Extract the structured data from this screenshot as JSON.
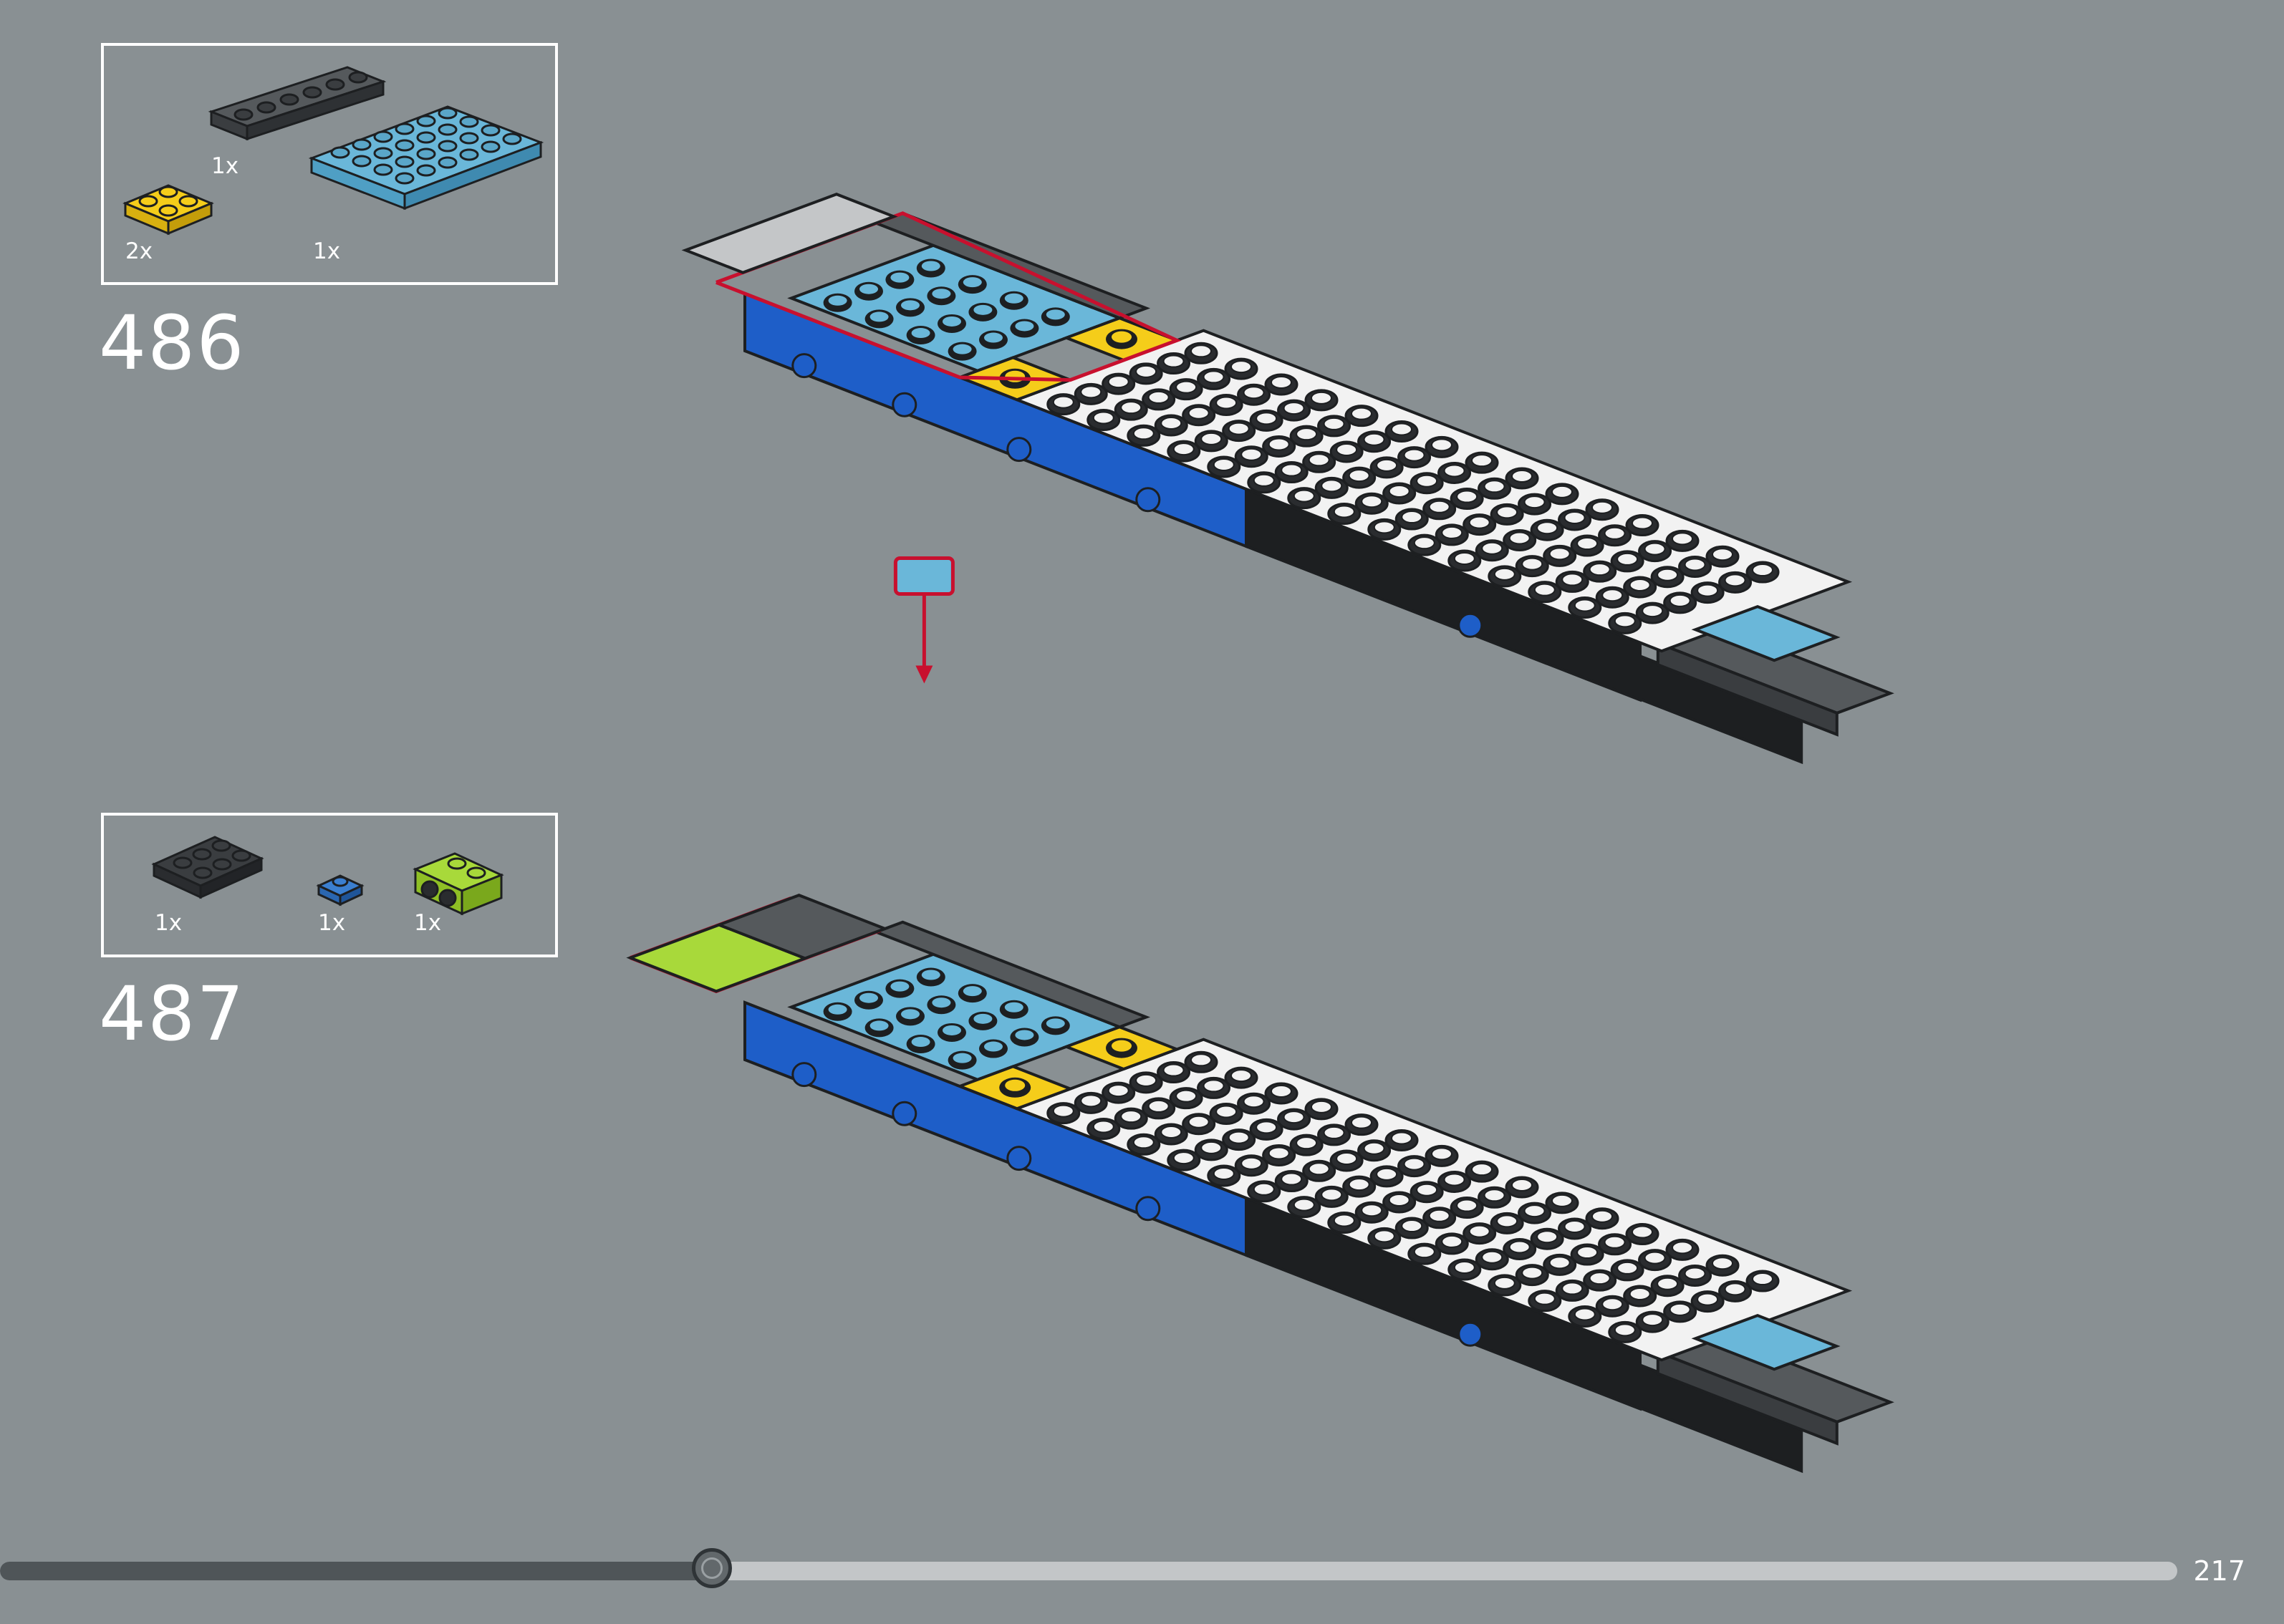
{
  "colors": {
    "background": "#899093",
    "highlight": "#c8102e",
    "blue": "#1e5ec8",
    "light_blue": "#6ab7d9",
    "yellow": "#f5cd1a",
    "lime": "#a8d93a",
    "dark_gray": "#3a3d40",
    "light_gray": "#c4c6c8",
    "white": "#f2f2f2",
    "black": "#1d1f21"
  },
  "steps": [
    {
      "number": "486",
      "parts": [
        {
          "name": "plate-1x6-dark-gray",
          "qty": "1x"
        },
        {
          "name": "plate-2x2-yellow",
          "qty": "2x"
        },
        {
          "name": "plate-4x6-light-blue",
          "qty": "1x"
        }
      ]
    },
    {
      "number": "487",
      "parts": [
        {
          "name": "plate-2x3-black",
          "qty": "1x"
        },
        {
          "name": "tile-1x1-blue",
          "qty": "1x"
        },
        {
          "name": "brick-2x2-lime",
          "qty": "1x"
        }
      ]
    }
  ],
  "progress": {
    "value": 0.327
  },
  "page_number": "217"
}
